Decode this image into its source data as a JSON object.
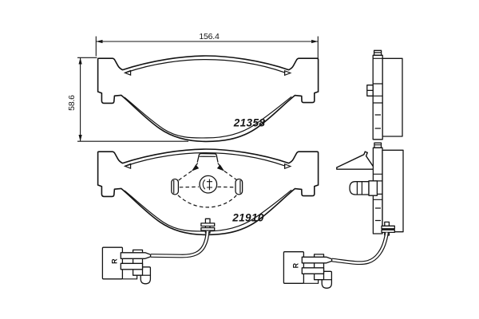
{
  "diagram": {
    "background_color": "#ffffff",
    "line_color": "#141414",
    "dimensions": {
      "width_label": "156.4",
      "height_label": "58.6"
    },
    "pads": [
      {
        "part_number": "21358"
      },
      {
        "part_number": "21910"
      }
    ],
    "connectors": [
      {
        "marking": "R"
      },
      {
        "marking": "R"
      }
    ]
  }
}
